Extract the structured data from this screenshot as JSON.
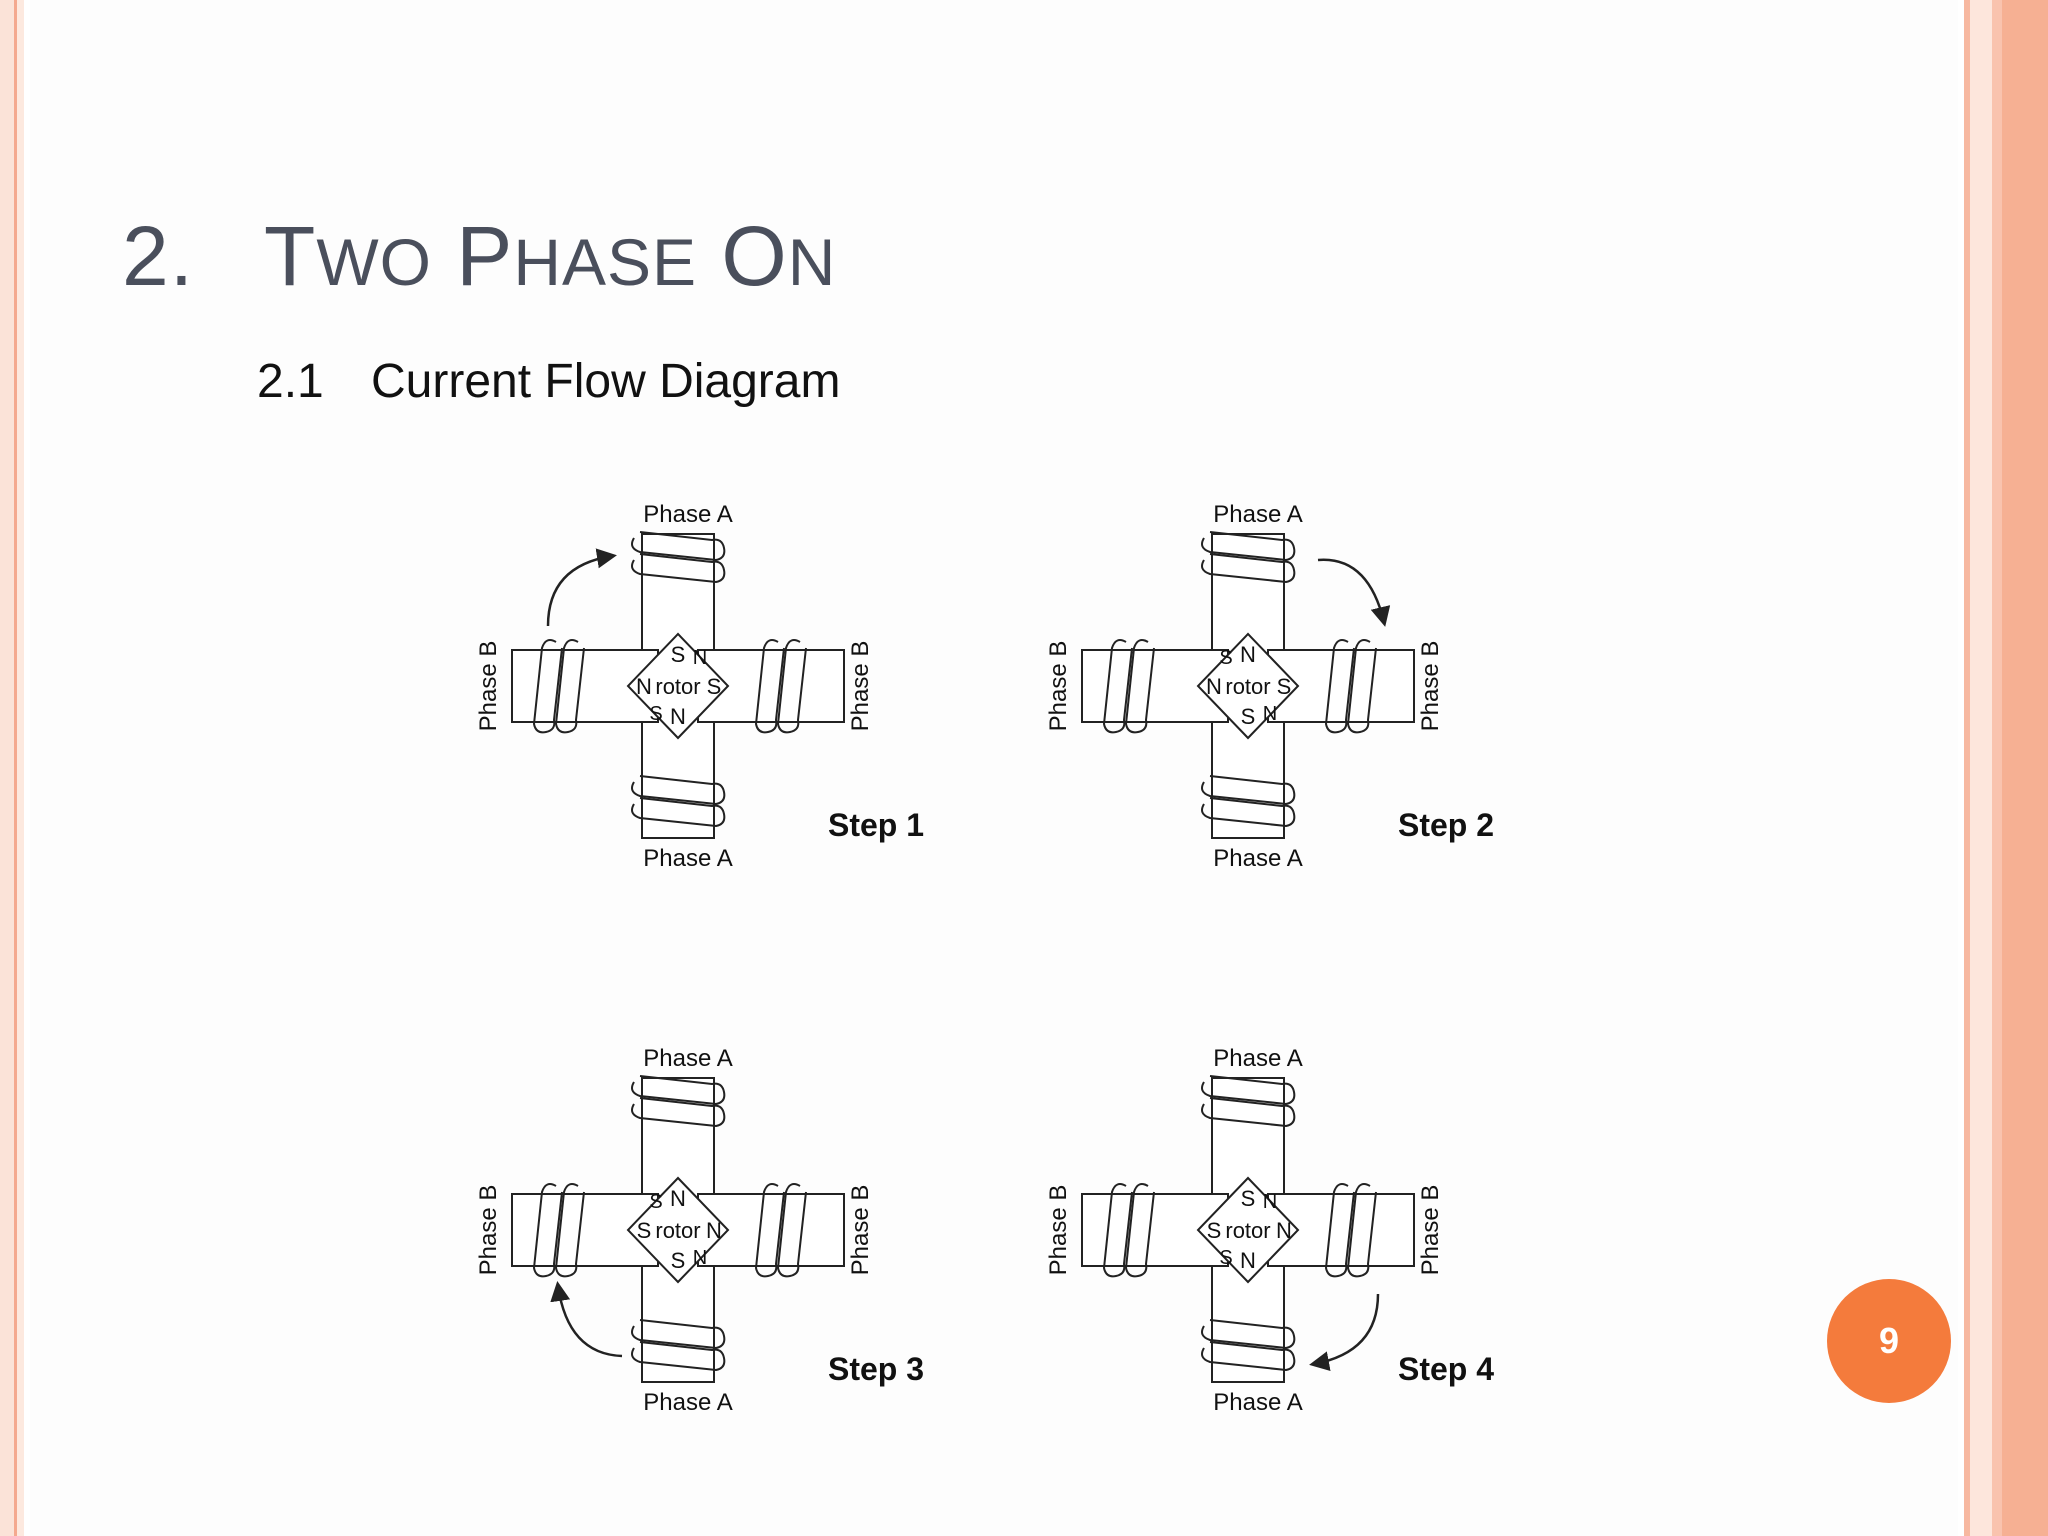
{
  "slide": {
    "title_number": "2.",
    "title_first_T": "T",
    "title_first_rest": "WO",
    "title_second_P": "P",
    "title_second_rest": "HASE",
    "title_third_O": "O",
    "title_third_rest": "N",
    "subtitle_number": "2.1",
    "subtitle_text": "Current Flow Diagram",
    "page_number": "9"
  },
  "colors": {
    "title": "#4a4f5c",
    "badge": "#f47b3c",
    "frame": "#f6b093"
  },
  "diagram": {
    "phase_a_label": "Phase A",
    "phase_b_label": "Phase B",
    "rotor_label": "rotor",
    "steps": [
      {
        "label": "Step 1",
        "poles": {
          "top": "S",
          "bottom": "N",
          "left": "N",
          "right": "S"
        },
        "rotor": {
          "upper": "N",
          "lower": "S"
        },
        "arrow": "top-left-to-top"
      },
      {
        "label": "Step 2",
        "poles": {
          "top": "N",
          "bottom": "S",
          "left": "N",
          "right": "S"
        },
        "rotor": {
          "upper": "S",
          "lower": "N"
        },
        "arrow": "top-right-to-right"
      },
      {
        "label": "Step 3",
        "poles": {
          "top": "N",
          "bottom": "S",
          "left": "S",
          "right": "N"
        },
        "rotor": {
          "upper": "S",
          "lower": "N"
        },
        "arrow": "bottom-left-to-left"
      },
      {
        "label": "Step 4",
        "poles": {
          "top": "S",
          "bottom": "N",
          "left": "S",
          "right": "N"
        },
        "rotor": {
          "upper": "N",
          "lower": "S"
        },
        "arrow": "bottom-right-to-bottom"
      }
    ]
  }
}
